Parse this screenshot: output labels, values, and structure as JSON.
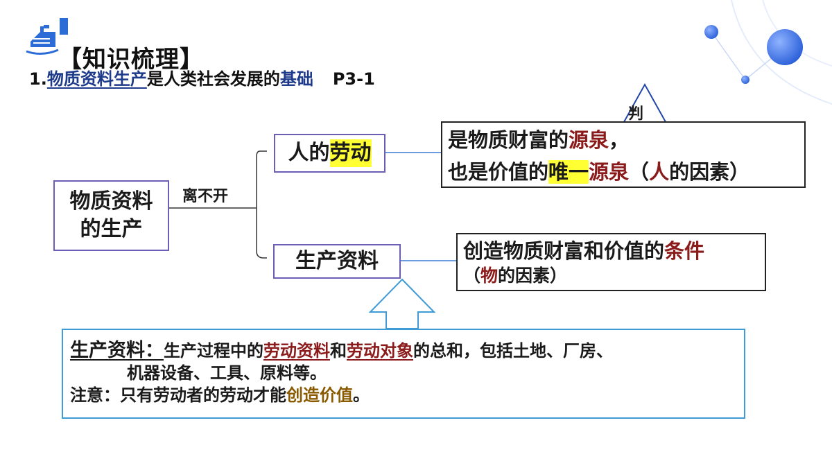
{
  "header": {
    "title": "【知识梳理】",
    "subtitle": {
      "num": "1.",
      "term": "物质资料生产",
      "mid": "是人类社会发展的",
      "key": "基础",
      "page": "P3-1"
    }
  },
  "diagram": {
    "root": {
      "line1": "物质资料",
      "line2": "的生产"
    },
    "connector_label": "离不开",
    "labor": {
      "pre": "人的",
      "hl": "劳动"
    },
    "means": "生产资料",
    "judge_label": "判",
    "labor_desc": {
      "l1_pre": "是物质财富的",
      "l1_key": "源泉",
      "l1_post": "，",
      "l2_pre": "也是价值的",
      "l2_hl": "唯一",
      "l2_key": "源泉",
      "l2_post_a": "（",
      "l2_person": "人",
      "l2_post_b": "的因素）"
    },
    "means_desc": {
      "l1_pre": "创造物质财富和价值的",
      "l1_key": "条件",
      "l2_a": "（",
      "l2_obj": "物",
      "l2_b": "的因素）"
    }
  },
  "definition": {
    "term": "生产资料：",
    "t1": "生产过程中的",
    "k1": "劳动资料",
    "t2": "和",
    "k2": "劳动对象",
    "t3": "的总和，包括土地、厂房、",
    "line2": "机器设备、工具、原料等。",
    "note_pre": "注意：只有劳动者的劳动才能",
    "note_key": "创造价值",
    "note_post": "。"
  },
  "colors": {
    "accent_blue": "#2b6cd6",
    "purple_border": "#6b5fb5",
    "dark_red": "#8b1a1a",
    "highlight": "#ffff33",
    "cyan_border": "#3f9bd6"
  }
}
